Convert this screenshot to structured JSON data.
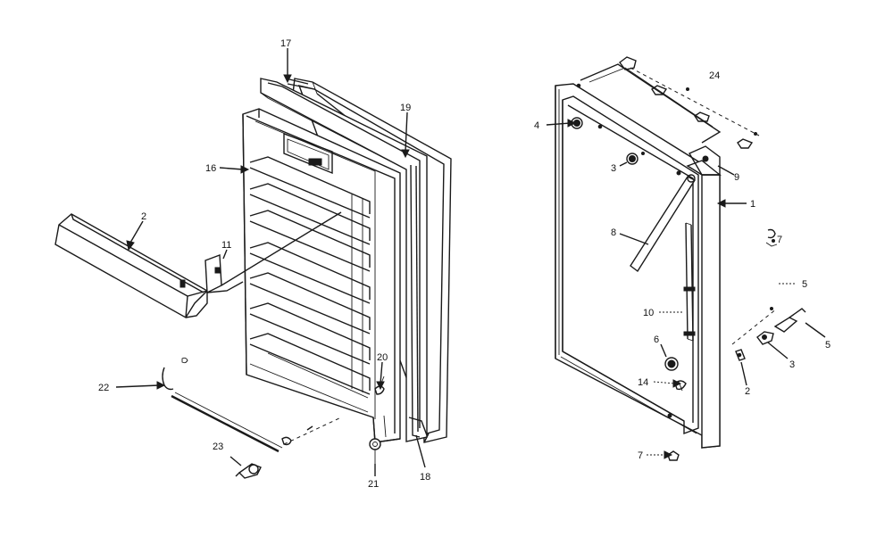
{
  "labels": {
    "l17": "17",
    "l19": "19",
    "l16": "16",
    "l2a": "2",
    "l11": "11",
    "l20": "20",
    "l22": "22",
    "l23": "23",
    "l21": "21",
    "l18": "18",
    "l24": "24",
    "l4": "4",
    "l3a": "3",
    "l9": "9",
    "l1": "1",
    "l8": "8",
    "l7a": "7",
    "l5a": "5",
    "l10": "10",
    "l5b": "5",
    "l6": "6",
    "l3b": "3",
    "l14": "14",
    "l2b": "2",
    "l7b": "7"
  }
}
